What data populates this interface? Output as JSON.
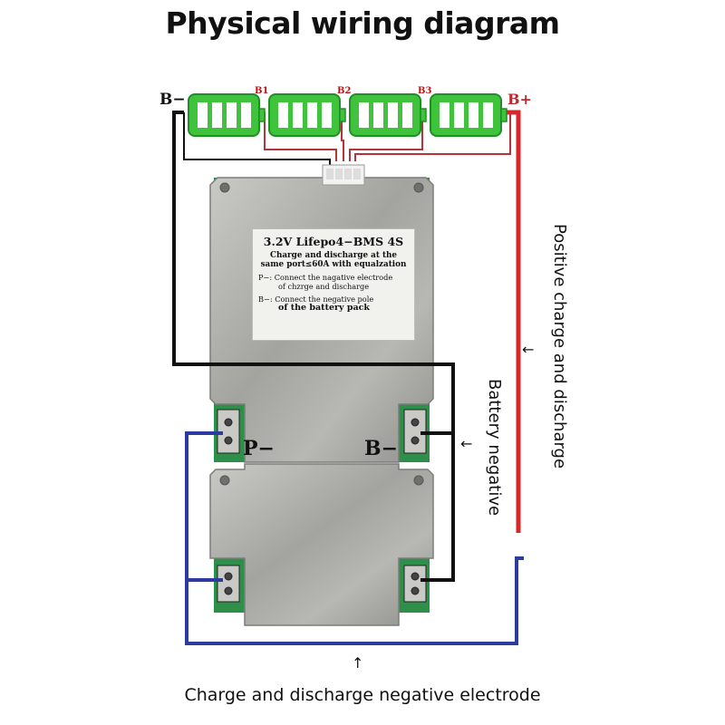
{
  "title": "Physical wiring diagram",
  "battery_labels": {
    "b_minus": "B−",
    "b1": "B1",
    "b2": "B2",
    "b3": "B3",
    "b_plus": "B+"
  },
  "sticker": {
    "title": "3.2V Lifepo4−BMS 4S",
    "line1": "Charge and discharge at the",
    "line2": "same port≤60A with equalzation",
    "note_p1": "P−: Connect the nagative electrode",
    "note_p2": "of chzrge and discharge",
    "note_b1": "B−: Connect the negative pole",
    "note_b2": "of the battery pack"
  },
  "board_labels": {
    "p_minus": "P−",
    "b_minus": "B−"
  },
  "annotations": {
    "positive": "Positive charge and discharge",
    "battery_negative": "Battery negative",
    "bottom": "Charge and discharge negative electrode",
    "arrow_left": "←",
    "arrow_up": "↑"
  },
  "colors": {
    "cell_green": "#3fc23c",
    "cell_border": "#1f8f26",
    "board_metal": "#a9aaa6",
    "pcb_green": "#2e8f4a",
    "wire_black": "#111111",
    "wire_red": "#d9262b",
    "wire_blue": "#2b3ba0",
    "balance_red": "#b5343a"
  }
}
